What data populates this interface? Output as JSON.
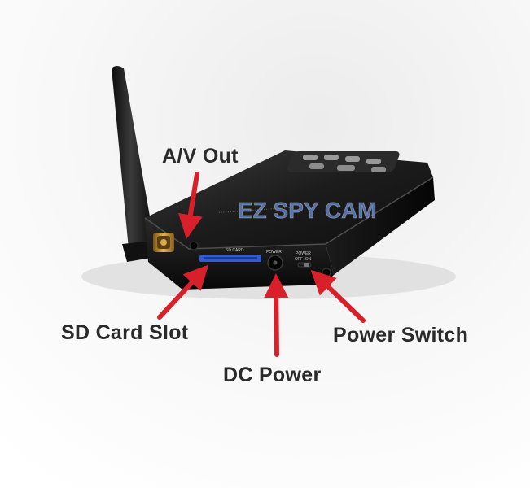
{
  "brand_watermark": "EZ SPY CAM",
  "callouts": {
    "av_out": "A/V Out",
    "sd_card_slot": "SD Card Slot",
    "dc_power": "DC Power",
    "power_switch": "Power Switch"
  },
  "device_panel_text": {
    "sd_card": "SD CARD",
    "power": "POWER",
    "power_switch_title": "POWER",
    "power_switch_states": "OFF  ON"
  },
  "colors": {
    "arrow": "#d8202a",
    "device_body": "#141414",
    "antenna": "#1a1a1a",
    "connector": "#b8862c",
    "sd_slot": "#2f5bd8",
    "watermark": "#6a8ed6"
  }
}
